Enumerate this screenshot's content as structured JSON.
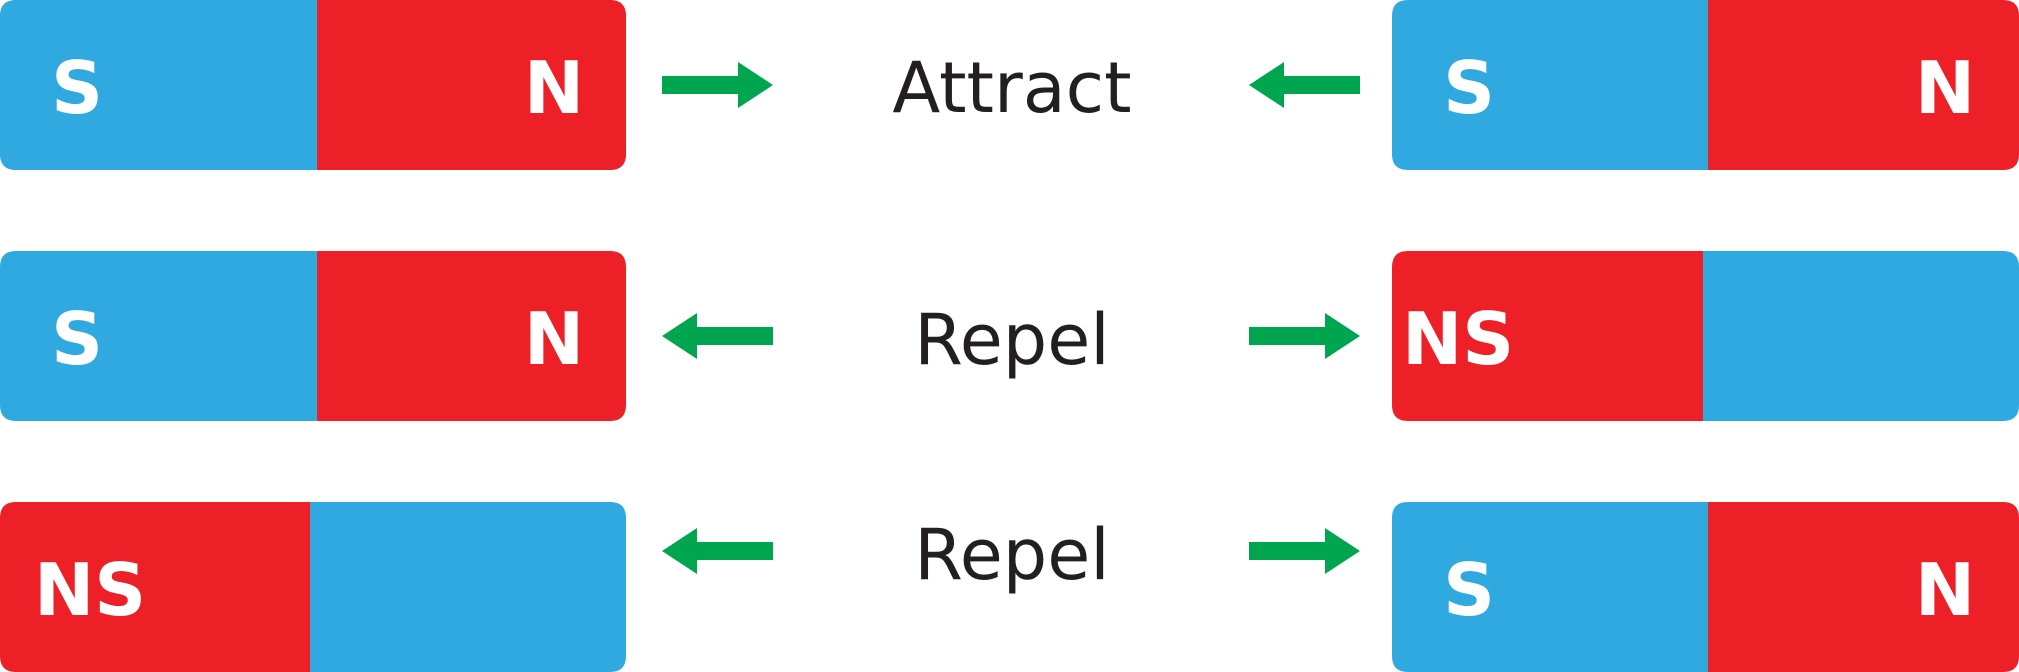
{
  "colors": {
    "south": "#30a9e0",
    "north": "#ed2027",
    "arrow": "#00a550",
    "text": "#231f20"
  },
  "rows": [
    {
      "label": "Attract",
      "left_magnet": [
        "S",
        "N"
      ],
      "right_magnet": [
        "S",
        "N"
      ],
      "arrows": "inward"
    },
    {
      "label": "Repel",
      "left_magnet": [
        "S",
        "N"
      ],
      "right_magnet": [
        "NS",
        ""
      ],
      "arrows": "outward"
    },
    {
      "label": "Repel",
      "left_magnet": [
        "NS",
        ""
      ],
      "right_magnet": [
        "S",
        "N"
      ],
      "arrows": "outward"
    }
  ]
}
